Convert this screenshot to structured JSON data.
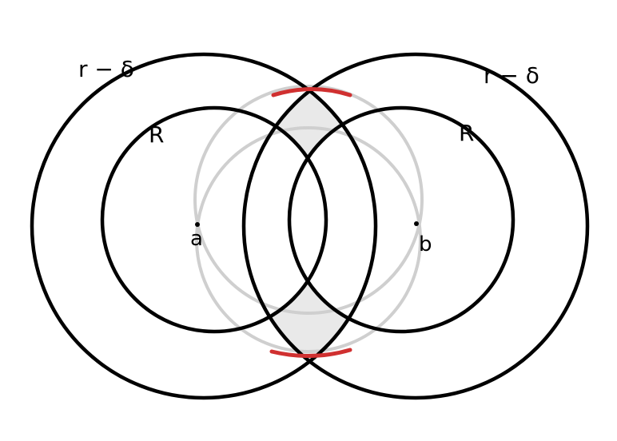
{
  "labels": {
    "outer_left": "r − δ",
    "outer_right": "r − δ",
    "inner_left": "R",
    "inner_right": "R",
    "point_a": "a",
    "point_b": "b"
  },
  "colors": {
    "stroke": "#000000",
    "ghost_stroke": "#cfcfcf",
    "shade_fill": "#e9e9e9",
    "highlight": "#d03030",
    "background": "#ffffff"
  }
}
